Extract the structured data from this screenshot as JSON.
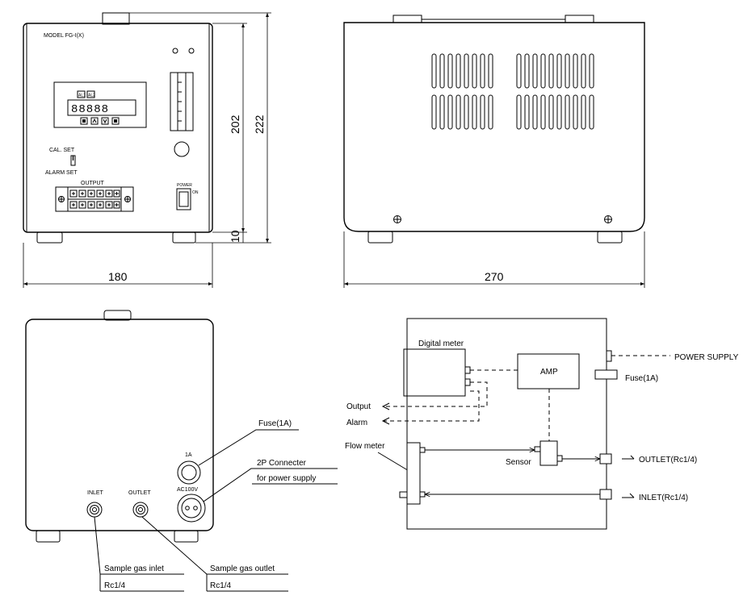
{
  "front_view": {
    "model_label": "MODEL  FG-I(X)",
    "cal_set_label": "CAL. SET",
    "alarm_set_label": "ALARM  SET",
    "output_label": "OUTPUT",
    "power_label": "POWER",
    "on_label": "ON",
    "meter_tag_1": "AL1",
    "meter_tag_2": "AL2",
    "meter_digits": "88888"
  },
  "dimensions": {
    "front_width": "180",
    "height_202": "202",
    "height_222": "222",
    "foot_10": "10",
    "side_width": "270"
  },
  "rear_view": {
    "inlet_label": "INLET",
    "outlet_label": "OUTLET",
    "fuse_rating": "1A",
    "voltage_label": "AC100V",
    "fuse_callout": "Fuse(1A)",
    "connector_callout": "2P Connecter",
    "connector_note": "for power supply",
    "inlet_callout": "Sample gas inlet",
    "inlet_size": "Rc1/4",
    "outlet_callout": "Sample gas outlet",
    "outlet_size": "Rc1/4"
  },
  "schematic": {
    "digital_meter": "Digital meter",
    "amp": "AMP",
    "power_supply": "POWER SUPPLY",
    "fuse": "Fuse(1A)",
    "output": "Output",
    "alarm": "Alarm",
    "flow_meter": "Flow meter",
    "sensor": "Sensor",
    "outlet": "OUTLET(Rc1/4)",
    "inlet": "INLET(Rc1/4)"
  }
}
